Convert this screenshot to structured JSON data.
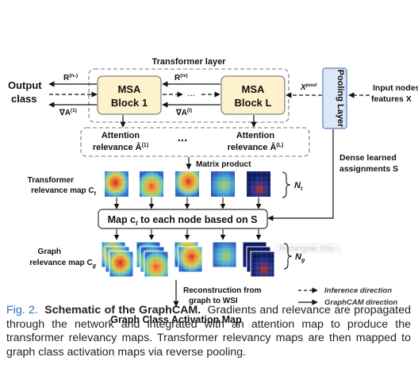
{
  "diagram": {
    "transformer_layer_label": "Transformer layer",
    "msa_block_1": [
      "MSA",
      "Block 1"
    ],
    "msa_block_l": [
      "MSA",
      "Block L"
    ],
    "ellipsis": "...",
    "output_class": [
      "Output",
      "class"
    ],
    "input_nodes": [
      "Input nodes",
      "features X"
    ],
    "pooling_layer": "Pooling Layer",
    "dense_assignments": [
      "Dense learned",
      "assignments S"
    ],
    "r_1": "R",
    "r_1_sup": "(n₁)",
    "r_l": "R",
    "r_l_sup": "(nₗ)",
    "grad_1": "∇A",
    "grad_1_sup": "(1)",
    "grad_l": "∇A",
    "grad_l_sup": "(l)",
    "x_pool": "X",
    "x_pool_sup": "pool",
    "attention_relevance_1": [
      "Attention",
      "relevance Ā"
    ],
    "attention_relevance_1_sup": "(1)",
    "attention_relevance_l": [
      "Attention",
      "relevance Ā"
    ],
    "attention_relevance_l_sup": "(L)",
    "attention_dots": "...",
    "matrix_product": "Matrix product",
    "transformer_relevance_map": [
      "Transformer",
      "relevance map C"
    ],
    "transformer_relevance_map_sub": "t",
    "n_t": "N",
    "n_t_sub": "t",
    "map_node_label": "Map c",
    "map_node_sub": "t",
    "map_node_suffix": " to each node based on S",
    "graph_relevance_map": [
      "Graph",
      "relevance map C"
    ],
    "graph_relevance_map_sub": "g",
    "n_g": "N",
    "n_g_sub": "g",
    "tooltip_ghost": "Rectangular Snip",
    "reconstruction": [
      "Reconstruction from",
      "graph to WSI"
    ],
    "legend_inference": "Inference direction",
    "legend_graphcam": "GraphCAM direction",
    "graph_cam_title": "Graph Class Activation Map"
  },
  "caption": {
    "fig_label": "Fig. 2.",
    "title": "Schematic of the GraphCAM.",
    "body": "Gradients and relevance are propagated through the network and integrated with an attention map to produce the transformer relevancy maps. Transformer relevancy maps are then mapped to graph class activation maps via reverse pooling."
  },
  "colors": {
    "block_fill": "#fdf2cc",
    "pooling_fill": "#dce7f7",
    "pooling_stroke": "#5b7fbf",
    "caption_accent": "#2a6bb7"
  }
}
